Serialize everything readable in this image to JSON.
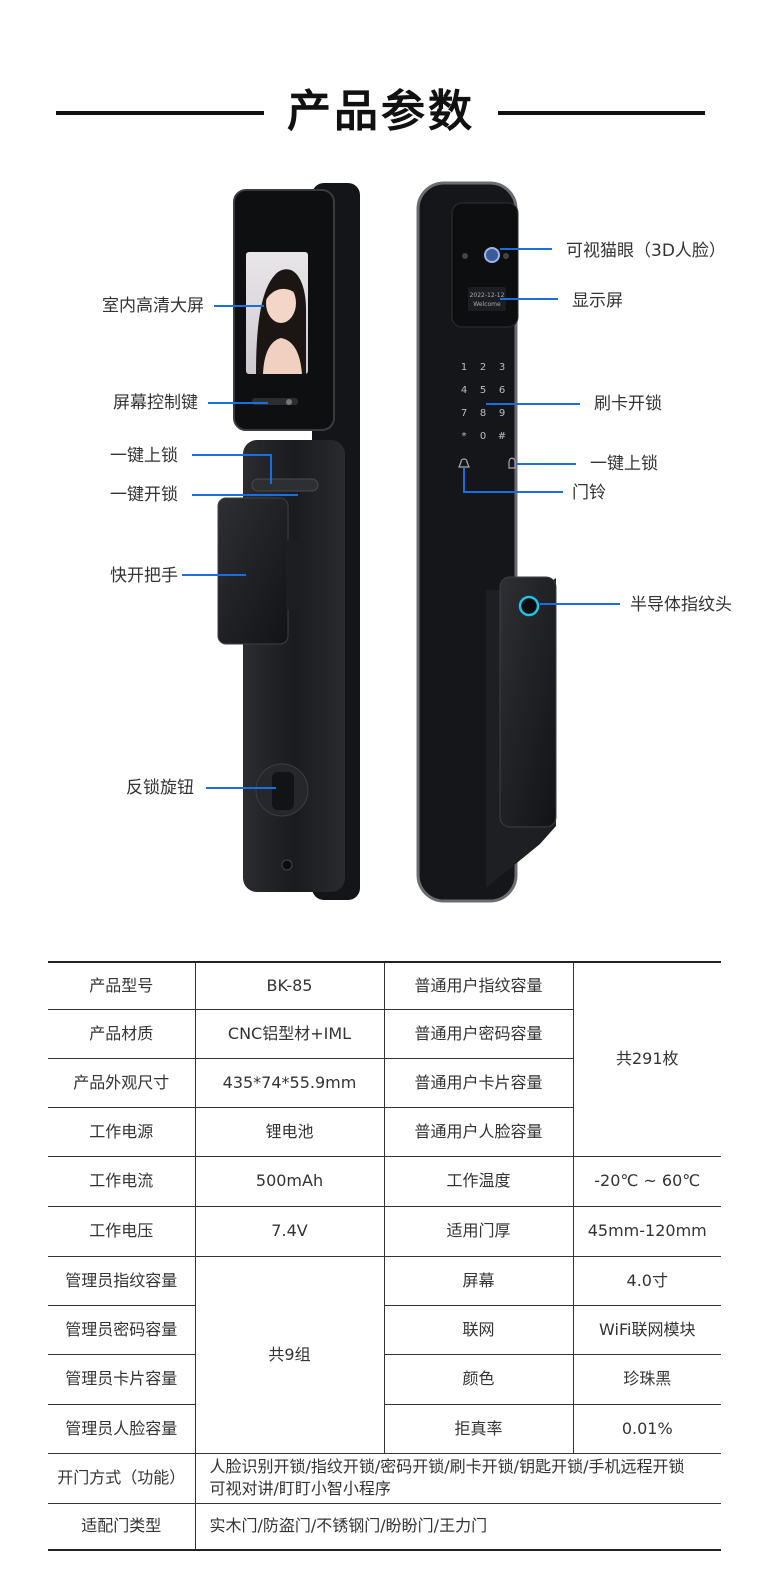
{
  "header": {
    "title": "产品参数"
  },
  "screen_text": {
    "line1": "2022-12-12",
    "line2": "Welcome"
  },
  "callouts": {
    "indoor_screen": "室内高清大屏",
    "screen_keys": "屏幕控制键",
    "one_key_lock_left": "一键上锁",
    "one_key_unlock": "一键开锁",
    "quick_handle": "快开把手",
    "anti_lock_knob": "反锁旋钮",
    "peephole": "可视猫眼（3D人脸）",
    "display": "显示屏",
    "card_unlock": "刷卡开锁",
    "one_key_lock_right": "一键上锁",
    "doorbell": "门铃",
    "fingerprint": "半导体指纹头"
  },
  "keypad": [
    "1",
    "2",
    "3",
    "4",
    "5",
    "6",
    "7",
    "8",
    "9",
    "*",
    "0",
    "#"
  ],
  "spec": {
    "model_label": "产品型号",
    "model_value": "BK-85",
    "material_label": "产品材质",
    "material_value": "CNC铝型材+IML",
    "size_label": "产品外观尺寸",
    "size_value": "435*74*55.9mm",
    "power_label": "工作电源",
    "power_value": "锂电池",
    "fp_cap_label": "普通用户指纹容量",
    "pw_cap_label": "普通用户密码容量",
    "card_cap_label": "普通用户卡片容量",
    "face_cap_label": "普通用户人脸容量",
    "user_total": "共291枚",
    "current_label": "工作电流",
    "current_value": "500mAh",
    "temp_label": "工作温度",
    "temp_value": "-20℃ ~ 60℃",
    "voltage_label": "工作电压",
    "voltage_value": "7.4V",
    "door_label": "适用门厚",
    "door_value": "45mm-120mm",
    "admin_fp_label": "管理员指纹容量",
    "admin_pw_label": "管理员密码容量",
    "admin_card_label": "管理员卡片容量",
    "admin_face_label": "管理员人脸容量",
    "admin_total": "共9组",
    "screen_label": "屏幕",
    "screen_value": "4.0寸",
    "network_label": "联网",
    "network_value": "WiFi联网模块",
    "color_label": "颜色",
    "color_value": "珍珠黑",
    "far_label": "拒真率",
    "far_value": "0.01%",
    "open_label": "开门方式（功能）",
    "open_value_1": "人脸识别开锁/指纹开锁/密码开锁/刷卡开锁/钥匙开锁/手机远程开锁",
    "open_value_2": "可视对讲/盯盯小智小程序",
    "door_type_label": "适配门类型",
    "door_type_value": "实木门/防盗门/不锈钢门/盼盼门/王力门"
  },
  "colors": {
    "leader": "#1a6fe0",
    "body": "#1c1d20",
    "fingerprint_ring": "#1ec3e8"
  }
}
